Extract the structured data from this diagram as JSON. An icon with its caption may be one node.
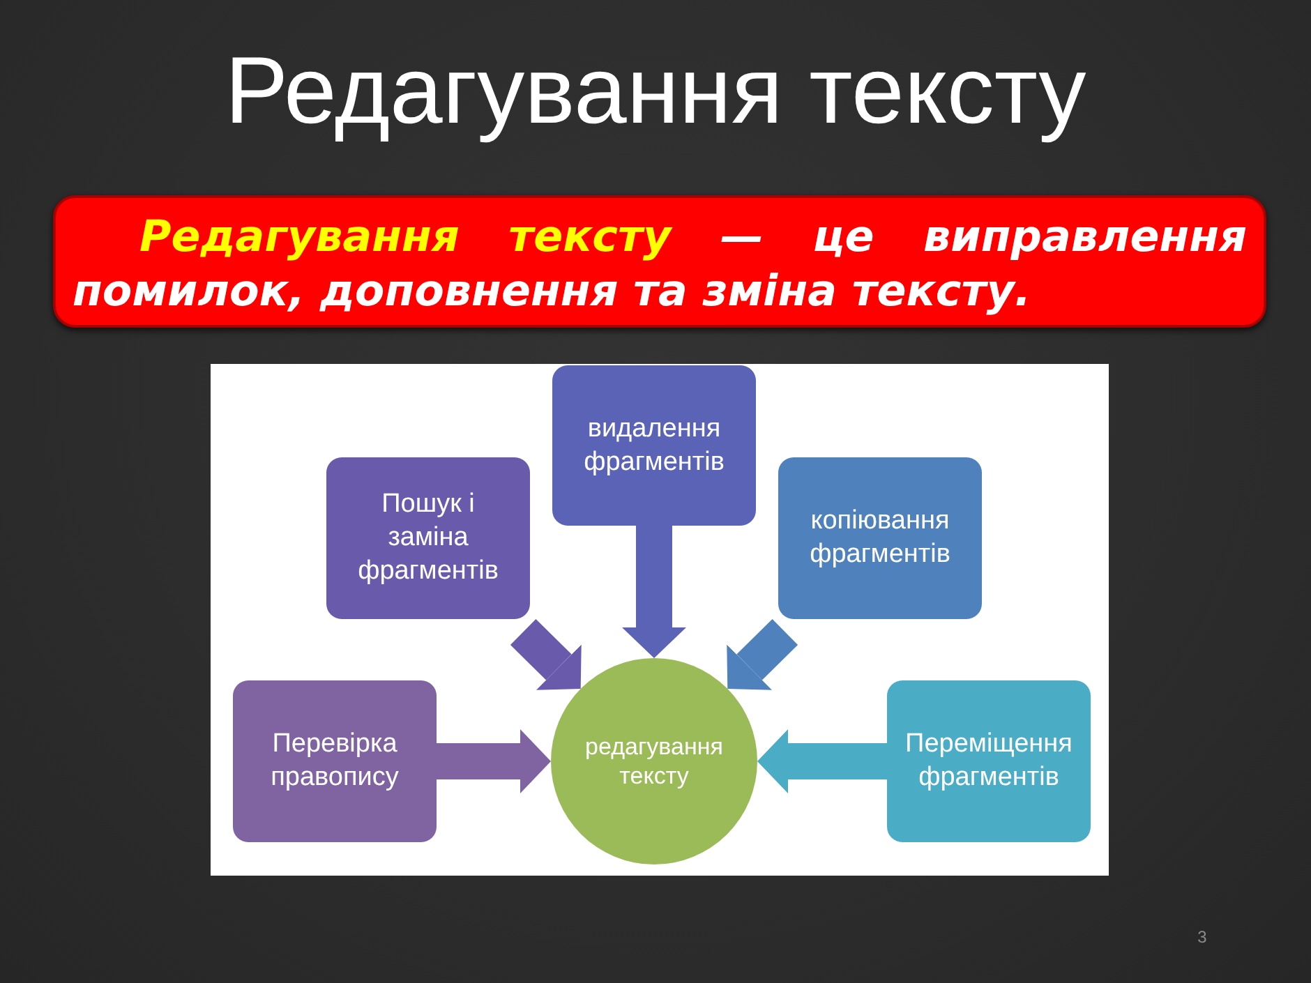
{
  "diagram": {
    "title": "Редагування тексту",
    "nodes": [
      {
        "text": [
          "**Редагування тексту** — це виправлення помилок, доповнення та зміна тексту."
        ]
      },
      {
        "text": [
          "видалення фрагментів"
        ]
      },
      {
        "text": [
          "Пошук і заміна фрагментів"
        ]
      },
      {
        "text": [
          "копіювання фрагментів"
        ]
      },
      {
        "text": [
          "Перевірка правопису"
        ]
      },
      {
        "text": [
          "редагування тексту"
        ]
      },
      {
        "text": [
          "Переміщення фрагментів"
        ]
      }
    ],
    "edges": [
      {
        "from": 1,
        "to": 5,
        "arrow": "to",
        "color": "#5a63b5"
      },
      {
        "from": 2,
        "to": 5,
        "arrow": "to",
        "color": "#6a5aab"
      },
      {
        "from": 3,
        "to": 5,
        "arrow": "to",
        "color": "#4f81bd"
      },
      {
        "from": 4,
        "to": 5,
        "arrow": "to",
        "color": "#8064a2"
      },
      {
        "from": 6,
        "to": 5,
        "arrow": "to",
        "color": "#4bacc6"
      }
    ],
    "labels": [
      "3"
    ]
  }
}
